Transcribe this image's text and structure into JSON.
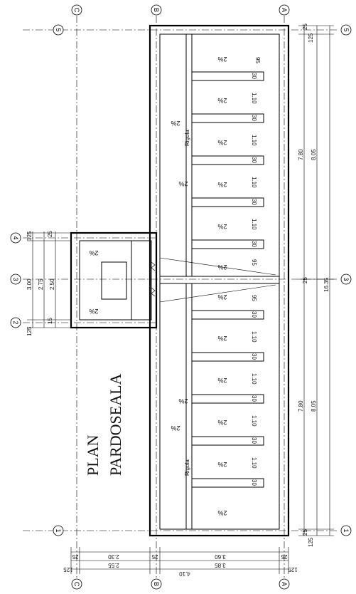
{
  "title": {
    "line1": "PLAN",
    "line2": "PARDOSEALA"
  },
  "axes": {
    "grid_top": [
      "C",
      "B",
      "A"
    ],
    "grid_bottom": [
      "C",
      "B",
      "A"
    ],
    "grid_left": [
      "5",
      "4",
      "3",
      "2",
      "1"
    ],
    "grid_right": [
      "5",
      "3",
      "1"
    ]
  },
  "labels": {
    "rigola": "Rigola",
    "slope": "2%"
  },
  "dimensions": {
    "right_total": "16.35",
    "right_half_inner": "7.80",
    "right_half_outer": "8.05",
    "right_25": "25",
    "right_125": "125",
    "strip_95": "95",
    "strip_30": "30",
    "strip_110": "1.10",
    "left_300": "3.00",
    "left_275": "2.75",
    "left_250": "2.50",
    "left_125": "125",
    "left_25": "25",
    "left_15": "15",
    "bottom_230": "2.30",
    "bottom_255": "2.55",
    "bottom_360": "3.60",
    "bottom_385": "3.85",
    "bottom_410": "4.10",
    "bottom_125": "125",
    "bottom_25": "25"
  }
}
